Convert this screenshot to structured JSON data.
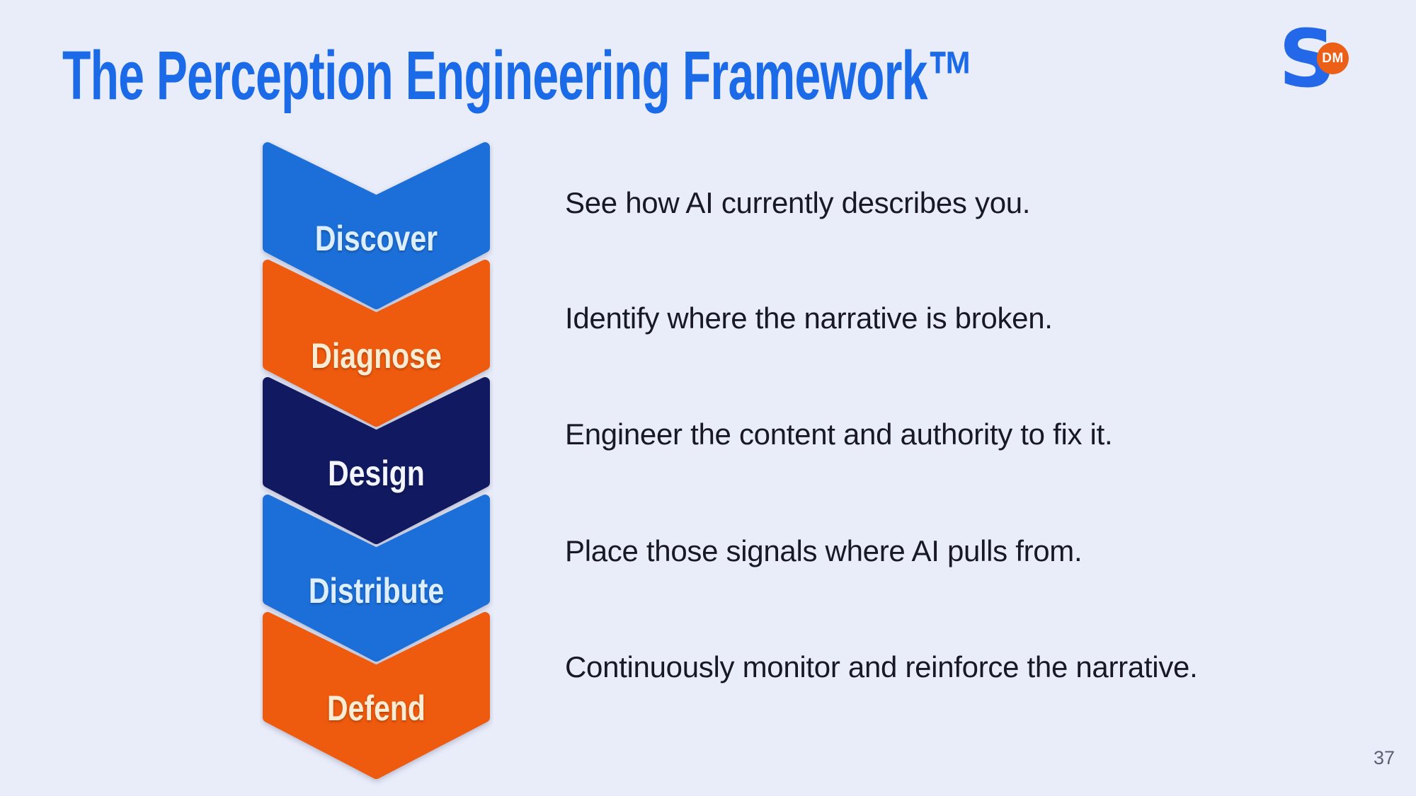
{
  "slide": {
    "title": "The Perception Engineering Framework™",
    "title_color": "#1b6ae8",
    "background_color": "#e9edfa",
    "page_number": "37",
    "page_number_color": "#5b6170",
    "description_color": "#181826"
  },
  "logo": {
    "letter": "S",
    "letter_color": "#2268e8",
    "badge_text": "DM",
    "badge_color": "#eb5f17"
  },
  "framework": {
    "steps": [
      {
        "label": "Discover",
        "description": "See how AI currently describes you.",
        "fill": "#1c6fd8",
        "label_color": "#ddeeff"
      },
      {
        "label": "Diagnose",
        "description": "Identify where the narrative is broken.",
        "fill": "#ee5a0e",
        "label_color": "#f8ecd4"
      },
      {
        "label": "Design",
        "description": "Engineer the content and authority to fix it.",
        "fill": "#111a60",
        "label_color": "#f2f4ff"
      },
      {
        "label": "Distribute",
        "description": "Place those signals where AI pulls from.",
        "fill": "#1c6fd8",
        "label_color": "#ddeeff"
      },
      {
        "label": "Defend",
        "description": "Continuously monitor and reinforce the narrative.",
        "fill": "#ee5a0e",
        "label_color": "#f8ecd4"
      }
    ]
  }
}
